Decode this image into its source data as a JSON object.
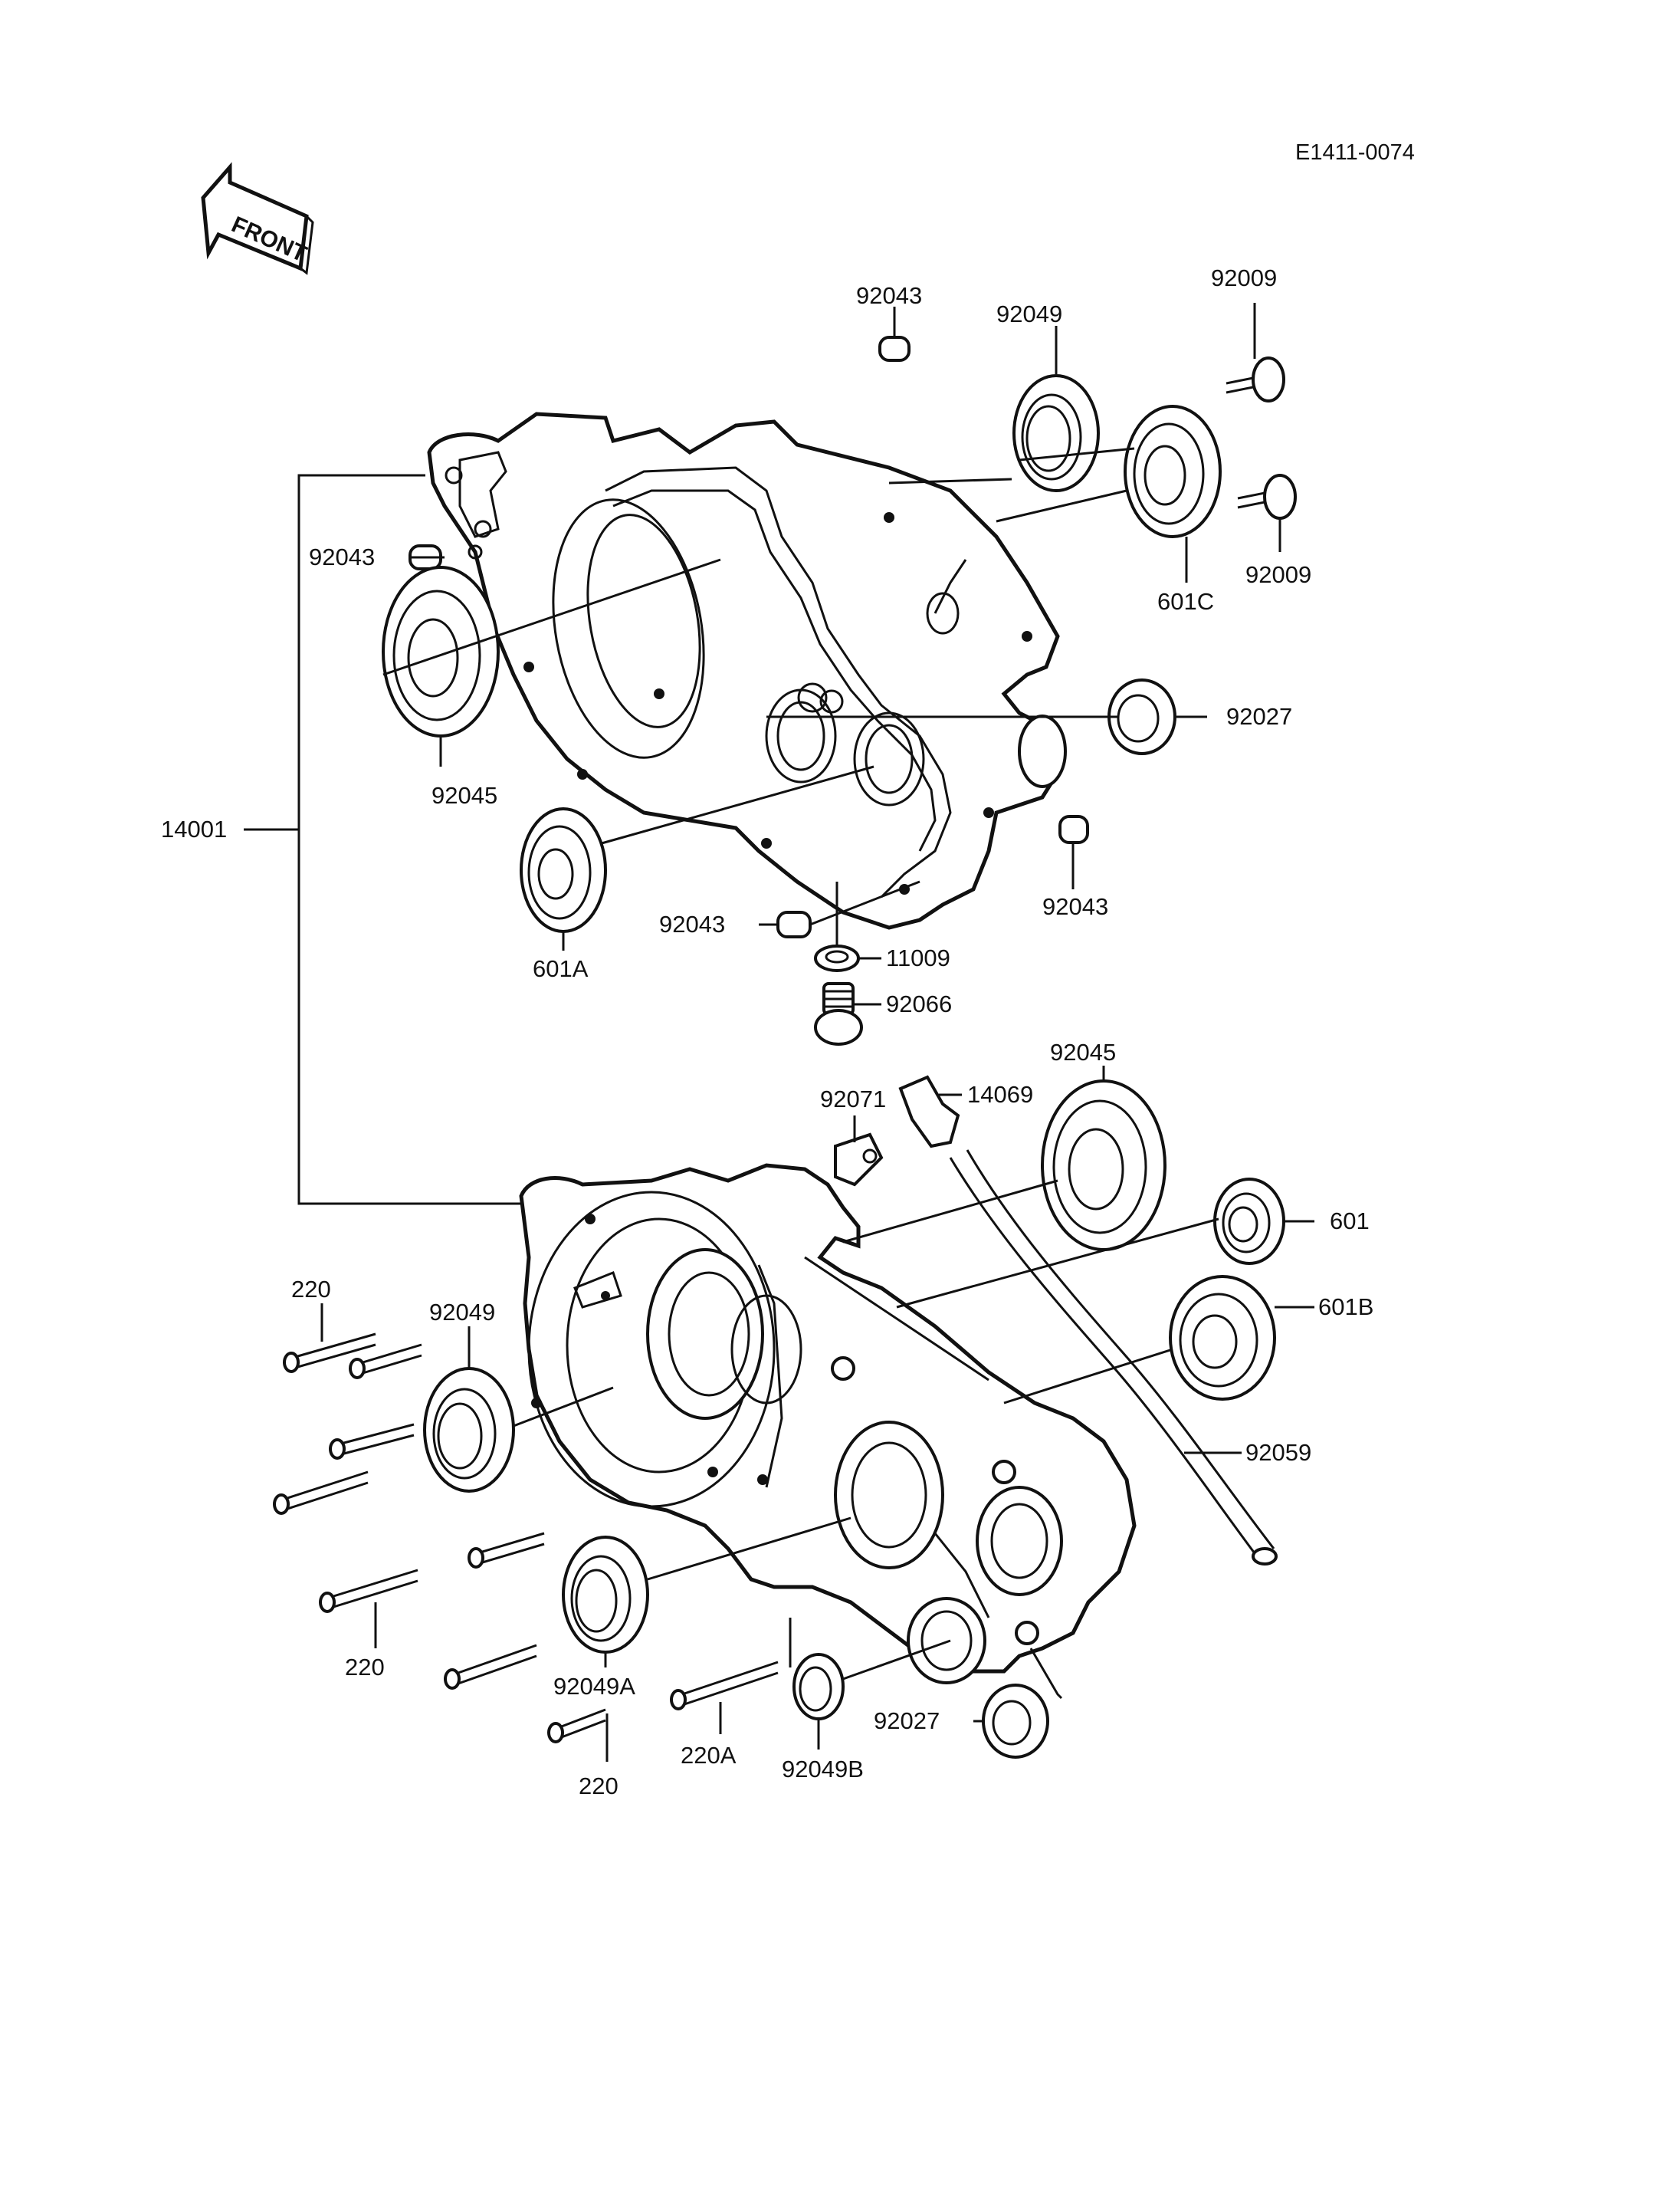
{
  "diagram": {
    "reference_code": "E1411-0074",
    "front_label": "FRONT",
    "labels": {
      "l_92043_top": "92043",
      "l_92049_top": "92049",
      "l_92009_top": "92009",
      "l_92009_mid": "92009",
      "l_601C": "601C",
      "l_92043_left": "92043",
      "l_92045_left": "92045",
      "l_92027_right": "92027",
      "l_14001": "14001",
      "l_601A": "601A",
      "l_92043_right": "92043",
      "l_92043_bottom": "92043",
      "l_11009": "11009",
      "l_92066": "92066",
      "l_92045_lower": "92045",
      "l_92071": "92071",
      "l_14069": "14069",
      "l_601": "601",
      "l_601B": "601B",
      "l_220_top": "220",
      "l_92049_lower": "92049",
      "l_92059": "92059",
      "l_220_mid": "220",
      "l_92049A": "92049A",
      "l_92027_lower": "92027",
      "l_220A": "220A",
      "l_92049B": "92049B",
      "l_220_bottom": "220"
    }
  }
}
